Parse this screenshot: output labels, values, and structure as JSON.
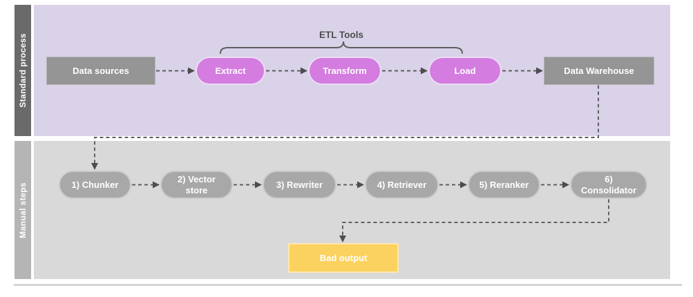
{
  "lanes": {
    "standard_process": {
      "label": "Standard process"
    },
    "manual_steps": {
      "label": "Manual steps"
    }
  },
  "etl_tools": {
    "label": "ETL Tools"
  },
  "nodes": {
    "data_sources": "Data sources",
    "extract": "Extract",
    "transform": "Transform",
    "load": "Load",
    "data_warehouse": "Data Warehouse",
    "chunker": "1) Chunker",
    "vector_store": "2) Vector store",
    "rewriter": "3) Rewriter",
    "retriever": "4) Retriever",
    "reranker": "5) Reranker",
    "consolidator": "6) Consolidator",
    "bad_output": "Bad output"
  },
  "colors": {
    "standard_lane_bg": "#d9d2e9",
    "standard_sidebar_bg": "#6a6a6a",
    "manual_lane_bg": "#d9d9d9",
    "manual_sidebar_bg": "#b5b5b5",
    "etl_pill_fill": "#d47ce0",
    "gray_box_fill": "#959595",
    "gray_pill_fill": "#a8a8a8",
    "bad_output_fill": "#fbd25f",
    "connector_stroke": "#5f5f5f",
    "label_text": "#ffffff",
    "etl_tools_text": "#4d4d4d"
  }
}
